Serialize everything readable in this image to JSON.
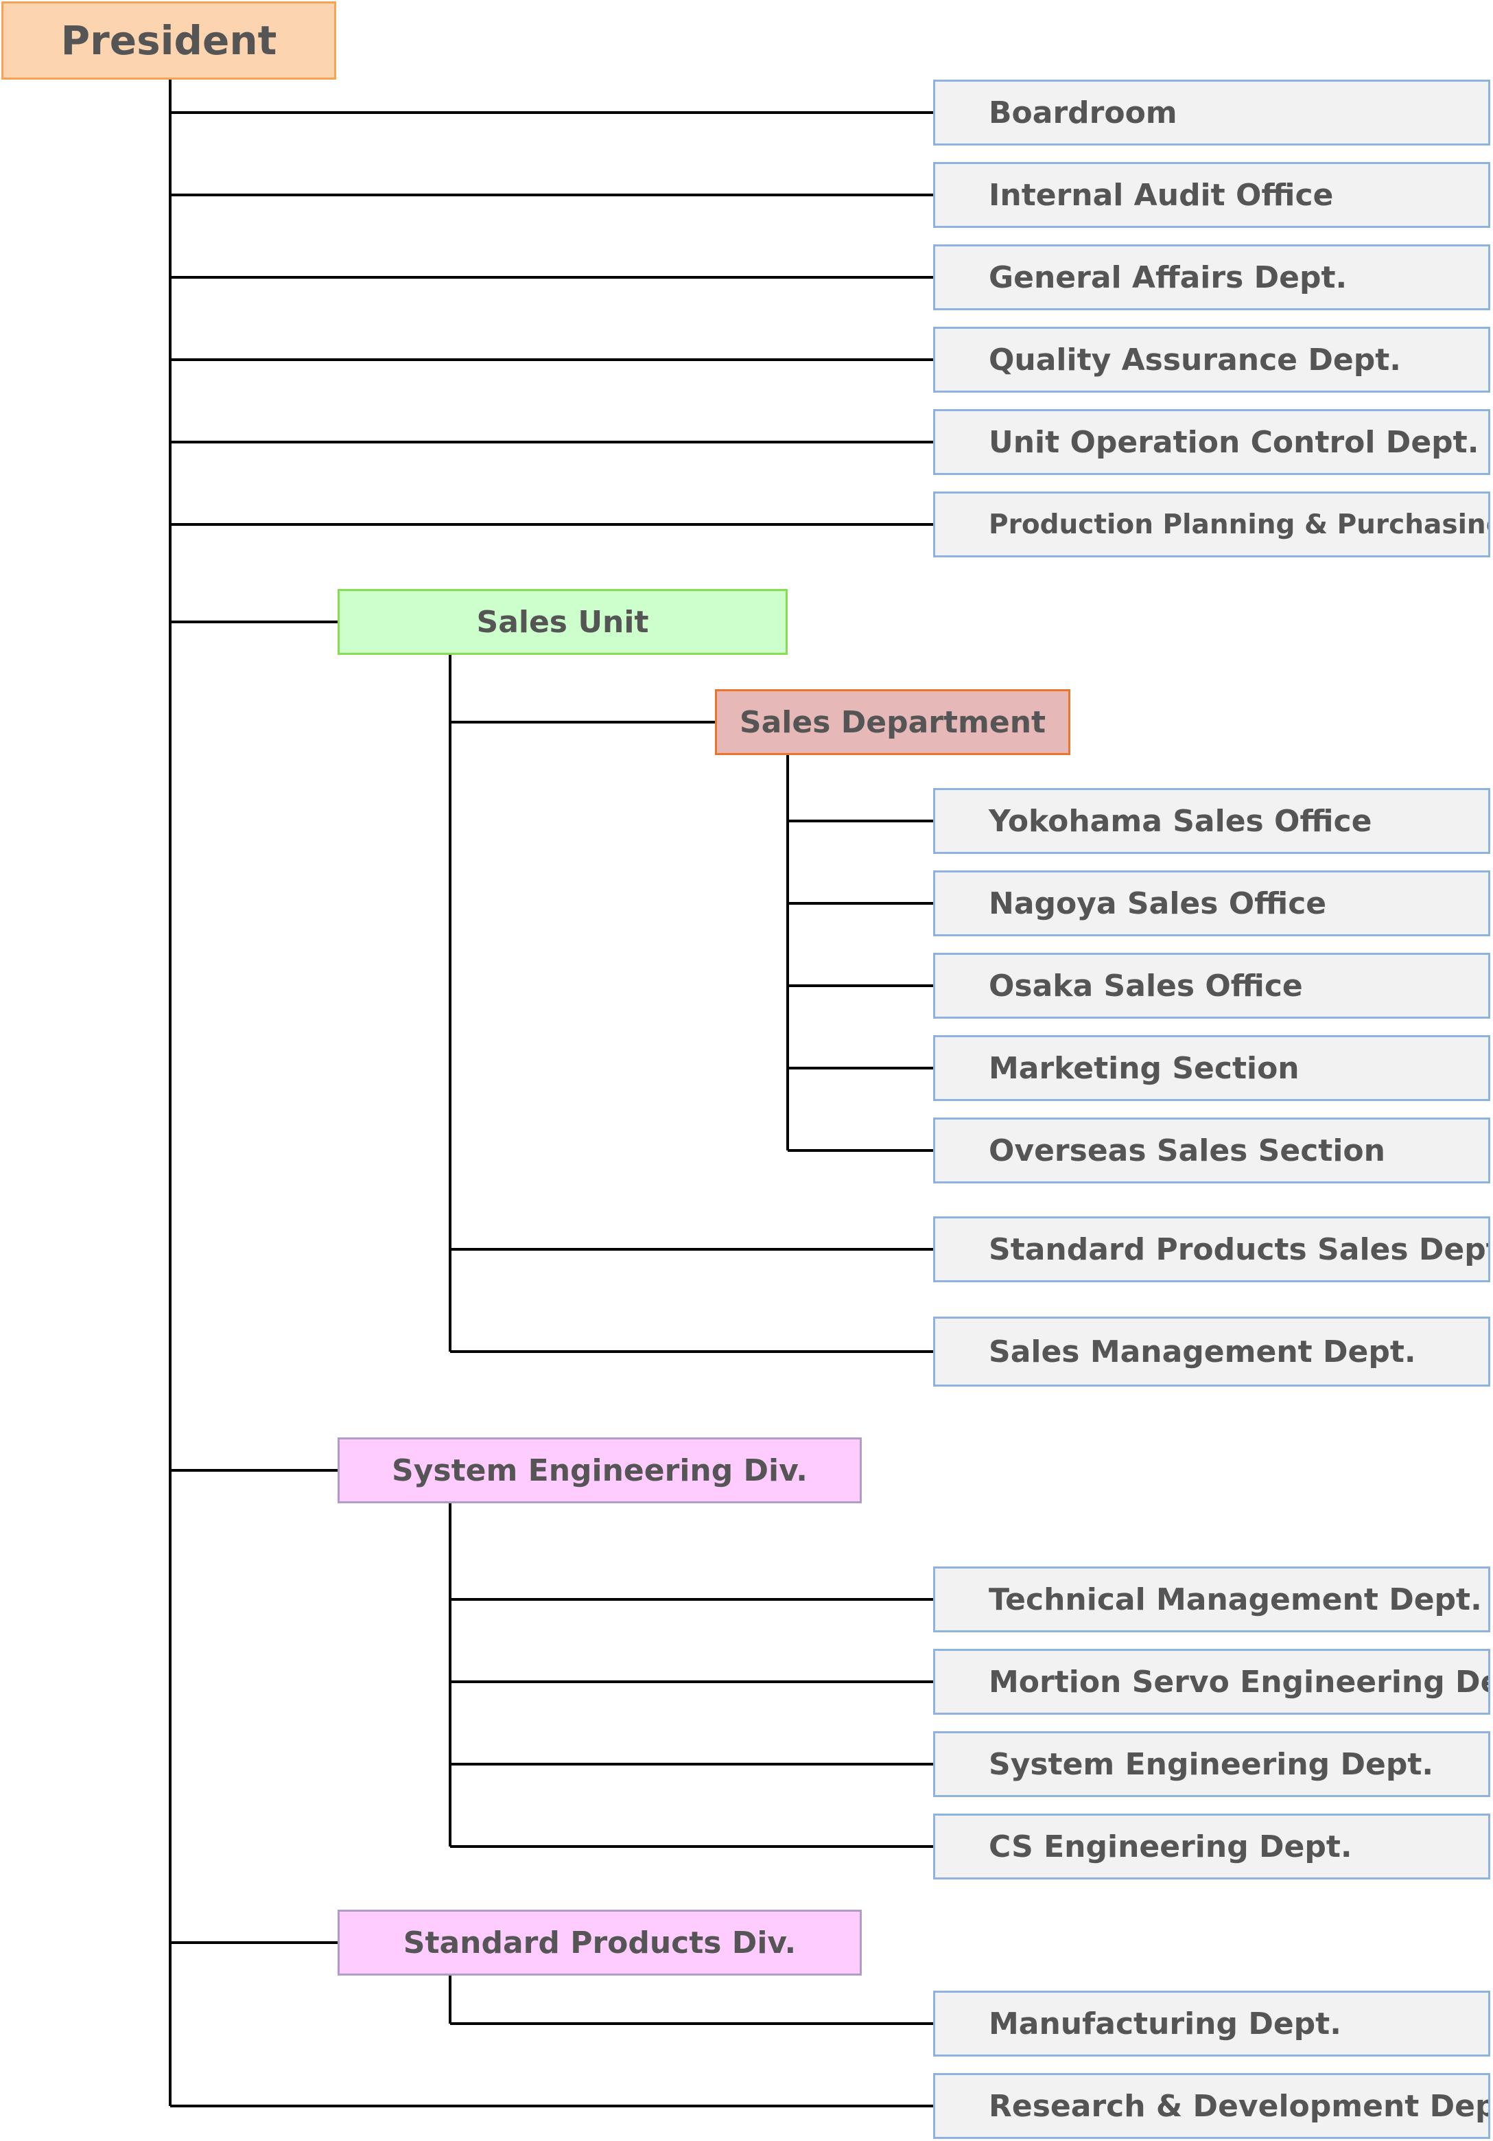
{
  "org": {
    "president": "President",
    "direct_offices": [
      "Boardroom",
      "Internal Audit Office",
      "General Affairs Dept.",
      "Quality Assurance Dept.",
      "Unit Operation Control Dept.",
      "Production Planning & Purchasing Dept."
    ],
    "sales_unit": {
      "name": "Sales Unit",
      "sales_department": {
        "name": "Sales Department",
        "offices": [
          "Yokohama Sales Office",
          "Nagoya Sales Office",
          "Osaka Sales Office",
          "Marketing Section",
          "Overseas Sales Section"
        ]
      },
      "departments": [
        "Standard Products Sales Dept.",
        "Sales Management Dept."
      ]
    },
    "system_engineering_div": {
      "name": "System Engineering Div.",
      "departments": [
        "Technical Management Dept.",
        "Mortion Servo Engineering Dept.",
        "System Engineering Dept.",
        "CS Engineering Dept."
      ]
    },
    "standard_products_div": {
      "name": "Standard Products Div.",
      "departments": [
        "Manufacturing Dept."
      ]
    },
    "rnd": "Research & Development Dept."
  },
  "colors": {
    "president_fill": "#fcd5b0",
    "sales_unit_fill": "#ccffcc",
    "sales_department_fill": "#e6b8b8",
    "division_fill": "#ffccff",
    "department_fill": "#f2f2f2",
    "department_border": "#8eb3e0",
    "connector": "#000000"
  }
}
